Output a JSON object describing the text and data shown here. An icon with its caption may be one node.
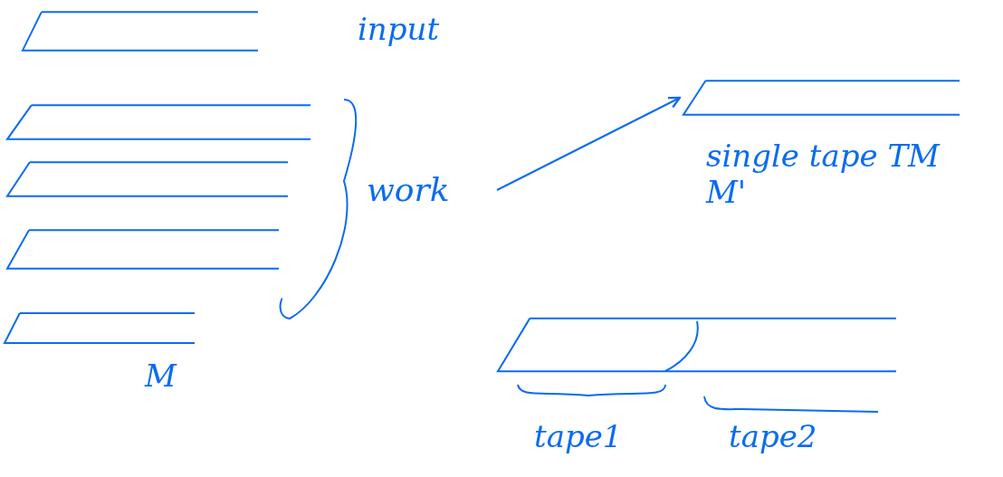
{
  "diagram": {
    "nodes": [
      {
        "text": [],
        "shape": "box",
        "beside": [
          "input"
        ]
      },
      {
        "text": [],
        "shape": "box"
      },
      {
        "text": [],
        "shape": "box"
      },
      {
        "text": [],
        "shape": "box"
      },
      {
        "text": [],
        "shape": "box"
      },
      {
        "text": [
          "work"
        ]
      },
      {
        "text": [],
        "shape": "box",
        "beside": [
          "single tape TM M'"
        ]
      },
      {
        "text": [],
        "shape": "box"
      }
    ],
    "edges": [
      {
        "from": 5,
        "to": 6,
        "arrow": "to"
      }
    ],
    "labels": [
      "M",
      "tape1",
      "tape2"
    ]
  }
}
